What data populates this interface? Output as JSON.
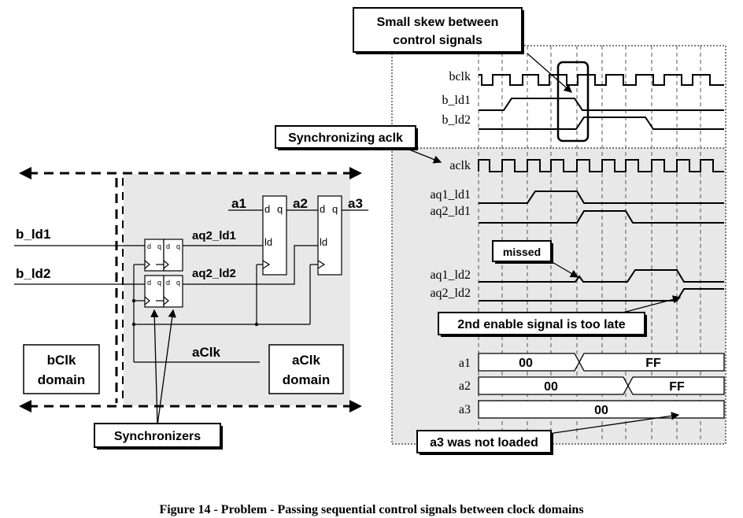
{
  "caption": "Figure 14 - Problem - Passing sequential control signals between clock domains",
  "callouts": {
    "skew_line1": "Small skew between",
    "skew_line2": "control signals",
    "sync_aclk": "Synchronizing aclk",
    "missed": "missed",
    "too_late": "2nd enable signal is too late",
    "not_loaded": "a3 was not loaded",
    "synchronizers": "Synchronizers"
  },
  "circuit": {
    "in1": "b_ld1",
    "in2": "b_ld2",
    "aq2_ld1": "aq2_ld1",
    "aq2_ld2": "aq2_ld2",
    "a1": "a1",
    "a2": "a2",
    "a3": "a3",
    "aclk": "aClk",
    "d": "d",
    "q": "q",
    "ld": "ld",
    "bdomain_1": "bClk",
    "bdomain_2": "domain",
    "adomain_1": "aClk",
    "adomain_2": "domain"
  },
  "waves": {
    "bclk": "bclk",
    "b_ld1": "b_ld1",
    "b_ld2": "b_ld2",
    "aclk": "aclk",
    "aq1_ld1": "aq1_ld1",
    "aq2_ld1": "aq2_ld1",
    "aq1_ld2": "aq1_ld2",
    "aq2_ld2": "aq2_ld2",
    "a1": "a1",
    "a2": "a2",
    "a3": "a3",
    "a1_v1": "00",
    "a1_v2": "FF",
    "a2_v1": "00",
    "a2_v2": "FF",
    "a3_v1": "00"
  }
}
